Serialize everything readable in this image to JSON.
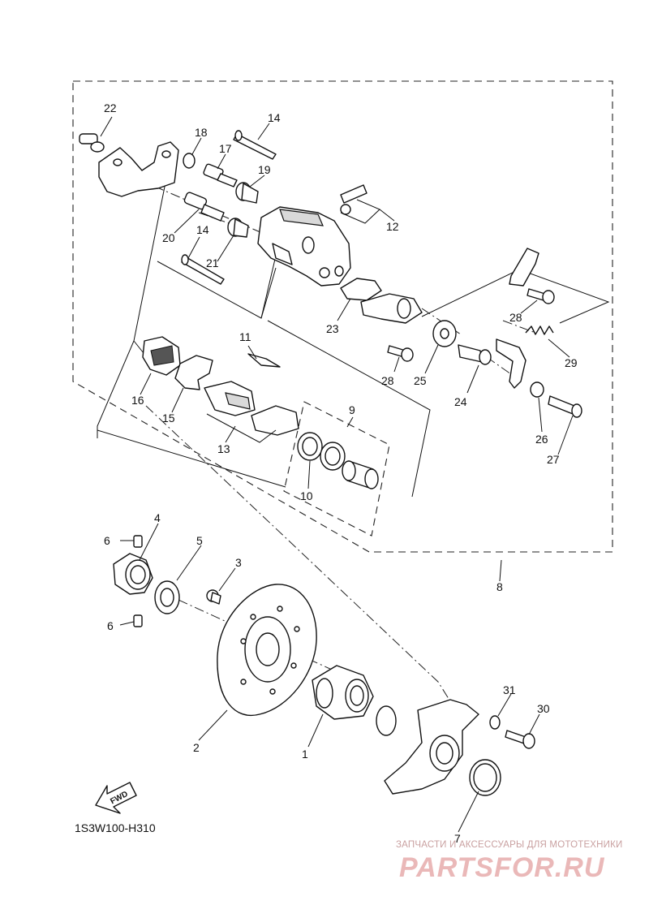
{
  "diagram": {
    "callouts": [
      "1",
      "2",
      "3",
      "4",
      "5",
      "6",
      "6",
      "7",
      "8",
      "9",
      "10",
      "11",
      "12",
      "13",
      "14",
      "14",
      "15",
      "16",
      "17",
      "18",
      "19",
      "20",
      "21",
      "22",
      "23",
      "24",
      "25",
      "26",
      "27",
      "28",
      "28",
      "29",
      "30",
      "31"
    ],
    "fwd_label": "FWD",
    "diagram_code": "1S3W100-H310"
  },
  "watermark": {
    "caption": "ЗАПЧАСТИ И АКСЕССУАРЫ ДЛЯ МОТОТЕХНИКИ",
    "logo": "PARTSFOR.RU"
  }
}
